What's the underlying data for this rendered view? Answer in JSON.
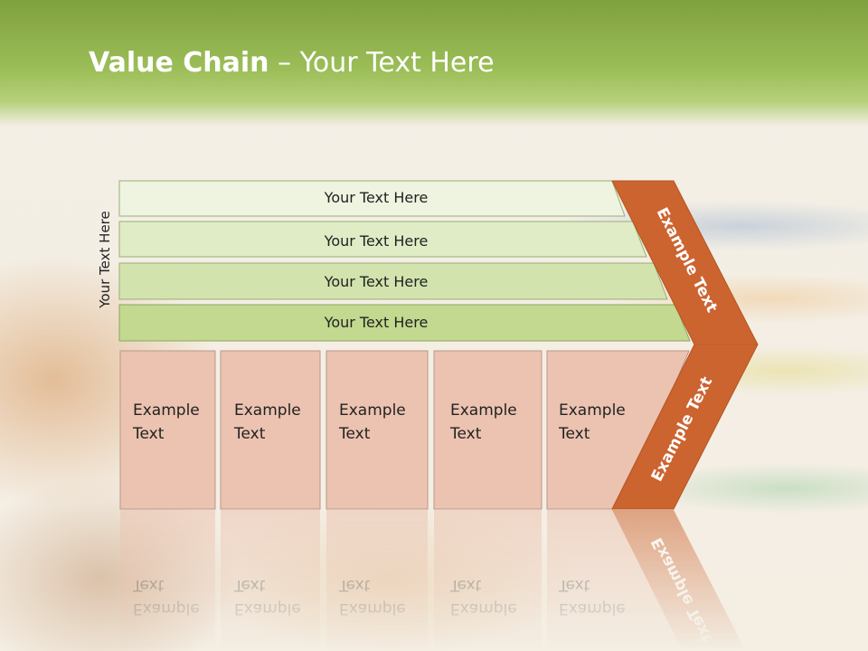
{
  "title": {
    "bold": "Value Chain",
    "rest": " – Your Text Here"
  },
  "vertical_label": "Your Text Here",
  "bars": [
    "Your Text Here",
    "Your Text Here",
    "Your Text Here",
    "Your Text Here"
  ],
  "boxes": [
    {
      "line1": "Example",
      "line2": "Text"
    },
    {
      "line1": "Example",
      "line2": "Text"
    },
    {
      "line1": "Example",
      "line2": "Text"
    },
    {
      "line1": "Example",
      "line2": "Text"
    },
    {
      "line1": "Example",
      "line2": "Text"
    }
  ],
  "chevron": {
    "upper": "Example Text",
    "lower": "Example Text"
  },
  "colors": {
    "bar_fills": [
      "#eef4df",
      "#e0ecc6",
      "#d2e3ad",
      "#c2d98f"
    ],
    "box_fill": "#ebc3b0",
    "chevron_fill": "#cc6430",
    "header": "#8db04a"
  }
}
